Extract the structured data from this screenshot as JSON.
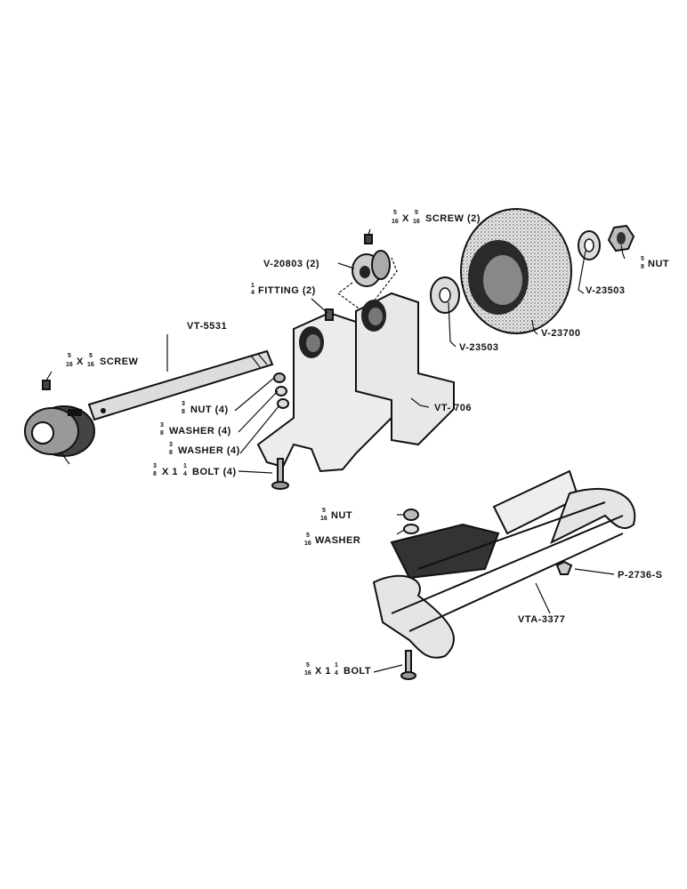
{
  "labels": {
    "screw_top": {
      "frac1_num": "5",
      "frac1_den": "16",
      "frac2_num": "5",
      "frac2_den": "16",
      "text_x": "X",
      "text": "SCREW (2)"
    },
    "nut_top": {
      "frac_num": "5",
      "frac_den": "8",
      "text": "NUT"
    },
    "v20803": "V-20803 (2)",
    "fitting": {
      "frac_num": "1",
      "frac_den": "4",
      "text": "FITTING (2)"
    },
    "v23503_right": "V-23503",
    "v23503_left": "V-23503",
    "v23700": "V-23700",
    "vt5531": "VT-5531",
    "screw_left": {
      "frac1_num": "5",
      "frac1_den": "16",
      "frac2_num": "5",
      "frac2_den": "16",
      "text_x": "X",
      "text": "SCREW"
    },
    "nut4": {
      "frac_num": "3",
      "frac_den": "8",
      "text": "NUT (4)"
    },
    "washer4_a": {
      "frac_num": "3",
      "frac_den": "8",
      "text": "WASHER (4)"
    },
    "washer4_b": {
      "frac_num": "3",
      "frac_den": "8",
      "text": "WASHER (4)"
    },
    "vt706": "VT- 706",
    "bolt4": {
      "frac1_num": "3",
      "frac1_den": "8",
      "whole": "X 1",
      "frac2_num": "1",
      "frac2_den": "4",
      "text": "BOLT (4)"
    },
    "nut_small": {
      "frac_num": "5",
      "frac_den": "16",
      "text": "NUT"
    },
    "washer_small": {
      "frac_num": "5",
      "frac_den": "16",
      "text": "WASHER"
    },
    "p2736": "P-2736-S",
    "vta3377": "VTA-3377",
    "bolt_bottom": {
      "frac1_num": "5",
      "frac1_den": "16",
      "whole": "X 1",
      "frac2_num": "1",
      "frac2_den": "4",
      "text": "BOLT"
    }
  }
}
